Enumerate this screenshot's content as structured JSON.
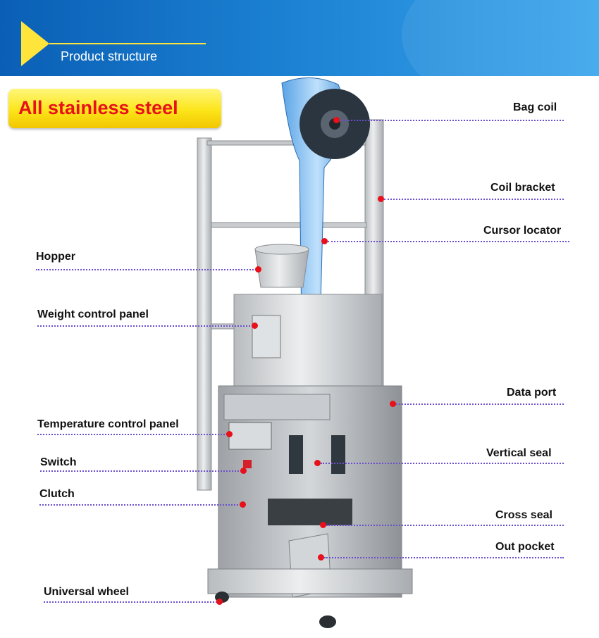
{
  "banner": {
    "title": "Product structure"
  },
  "tag": {
    "text": "All stainless steel"
  },
  "colors": {
    "banner": "#1f86d6",
    "tag": "#fce51a",
    "tag_text": "#e8101a",
    "leader": "#6b4fcf",
    "dot": "#e8101a"
  },
  "labels": {
    "bag_coil": "Bag coil",
    "coil_bracket": "Coil bracket",
    "cursor_locator": "Cursor locator",
    "hopper": "Hopper",
    "weight_control_panel": "Weight control panel",
    "data_port": "Data port",
    "temperature_control_panel": "Temperature control panel",
    "vertical_seal": "Vertical seal",
    "switch": "Switch",
    "clutch": "Clutch",
    "cross_seal": "Cross seal",
    "out_pocket": "Out pocket",
    "universal_wheel": "Universal wheel"
  }
}
